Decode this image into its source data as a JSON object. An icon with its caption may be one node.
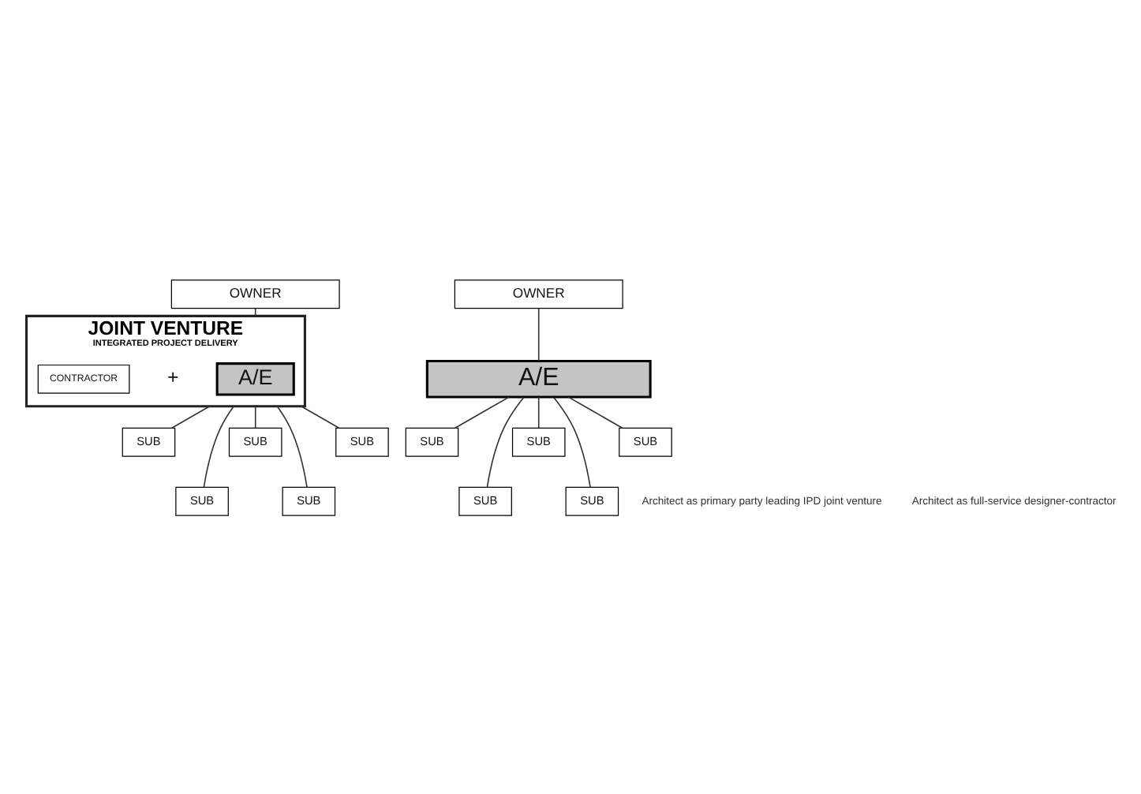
{
  "diagram": {
    "nodes": [
      {
        "text": [
          "OWNER"
        ]
      },
      {
        "text": [
          "JOINT VENTURE",
          "INTEGRATED PROJECT DELIVERY"
        ]
      },
      {
        "text": [
          "A/E"
        ],
        "in": 1
      },
      {
        "text": [
          "CONTRACTOR"
        ],
        "in": 1
      },
      {
        "text": [
          "SUB"
        ]
      },
      {
        "text": [
          "SUB"
        ]
      },
      {
        "text": [
          "SUB"
        ]
      },
      {
        "text": [
          "SUB"
        ]
      },
      {
        "text": [
          "SUB"
        ]
      },
      {
        "text": [
          "OWNER"
        ]
      },
      {
        "text": [
          "A/E"
        ]
      },
      {
        "text": [
          "SUB"
        ]
      },
      {
        "text": [
          "SUB"
        ]
      },
      {
        "text": [
          "SUB"
        ]
      },
      {
        "text": [
          "SUB"
        ]
      },
      {
        "text": [
          "SUB"
        ]
      }
    ],
    "edges": [
      {
        "from": 0,
        "to": 1,
        "arrow": "none"
      },
      {
        "from": 1,
        "to": 4,
        "arrow": "none"
      },
      {
        "from": 1,
        "to": 5,
        "arrow": "none"
      },
      {
        "from": 1,
        "to": 6,
        "arrow": "none"
      },
      {
        "from": 1,
        "to": 7,
        "arrow": "none"
      },
      {
        "from": 1,
        "to": 8,
        "arrow": "none"
      },
      {
        "from": 9,
        "to": 10,
        "arrow": "none"
      },
      {
        "from": 10,
        "to": 11,
        "arrow": "none"
      },
      {
        "from": 10,
        "to": 12,
        "arrow": "none"
      },
      {
        "from": 10,
        "to": 13,
        "arrow": "none"
      },
      {
        "from": 10,
        "to": 14,
        "arrow": "none"
      },
      {
        "from": 10,
        "to": 15,
        "arrow": "none"
      }
    ],
    "labels": [
      "+",
      "Architect as primary party leading IPD joint venture",
      "Architect as full-service designer-contractor"
    ]
  }
}
